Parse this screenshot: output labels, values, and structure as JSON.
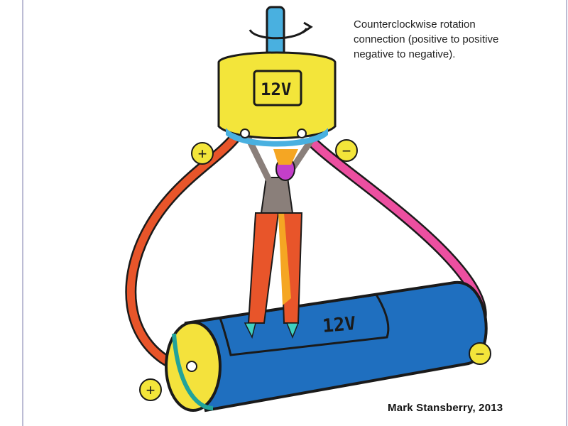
{
  "caption": {
    "line1": "Counterclockwise rotation",
    "line2": "connection (positive to positive",
    "line3": "negative to negative)."
  },
  "motor": {
    "label": "12V"
  },
  "battery": {
    "label": "12V"
  },
  "terminals": {
    "plus": "+",
    "minus": "−"
  },
  "credit": "Mark Stansberry, 2013",
  "colors": {
    "motor_body": "#f3e53a",
    "motor_shaft": "#49b0e0",
    "battery_body": "#1f6fbf",
    "battery_cap": "#f4e23c",
    "positive_wire": "#e8552a",
    "negative_wire": "#ec4fa0",
    "terminal_badge": "#f3e53a",
    "outline": "#1a1a1a"
  }
}
